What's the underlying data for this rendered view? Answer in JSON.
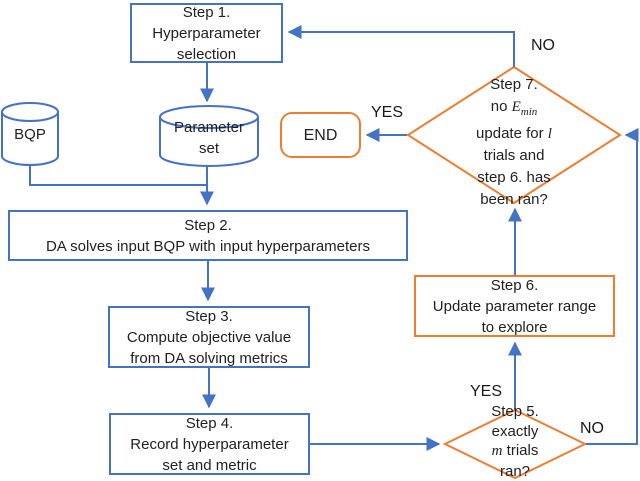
{
  "diagram": {
    "type": "flowchart",
    "colors": {
      "blue": "#4472C4",
      "orange": "#ED7D31",
      "text": "#212121",
      "background": "#FFFFFF"
    },
    "nodes": {
      "step1": {
        "lines": [
          "Step 1.",
          "Hyperparameter",
          "selection"
        ]
      },
      "bqp": {
        "label": "BQP"
      },
      "parameter_set": {
        "lines": [
          "Parameter",
          "set"
        ]
      },
      "end": {
        "label": "END"
      },
      "step2": {
        "lines": [
          "Step 2.",
          "DA solves input BQP with input hyperparameters"
        ]
      },
      "step3": {
        "lines": [
          "Step 3.",
          "Compute objective value",
          "from DA solving metrics"
        ]
      },
      "step4": {
        "lines": [
          "Step 4.",
          "Record hyperparameter",
          "set and metric"
        ]
      },
      "step5": {
        "line1": "Step 5.",
        "line2": "exactly",
        "line3_var": "m",
        "line3_rest": " trials",
        "line4": "ran?"
      },
      "step6": {
        "lines": [
          "Step 6.",
          "Update parameter range",
          "to explore"
        ]
      },
      "step7": {
        "line1": "Step 7.",
        "line2_pre": "no ",
        "line2_var": "E",
        "line2_sub": "min",
        "line3_pre": "update for ",
        "line3_var": "l",
        "line4": "trials and",
        "line5": "step 6. has",
        "line6": "been ran?"
      }
    },
    "edge_labels": {
      "step7_no": "NO",
      "step7_yes": "YES",
      "step5_yes": "YES",
      "step5_no": "NO"
    }
  }
}
